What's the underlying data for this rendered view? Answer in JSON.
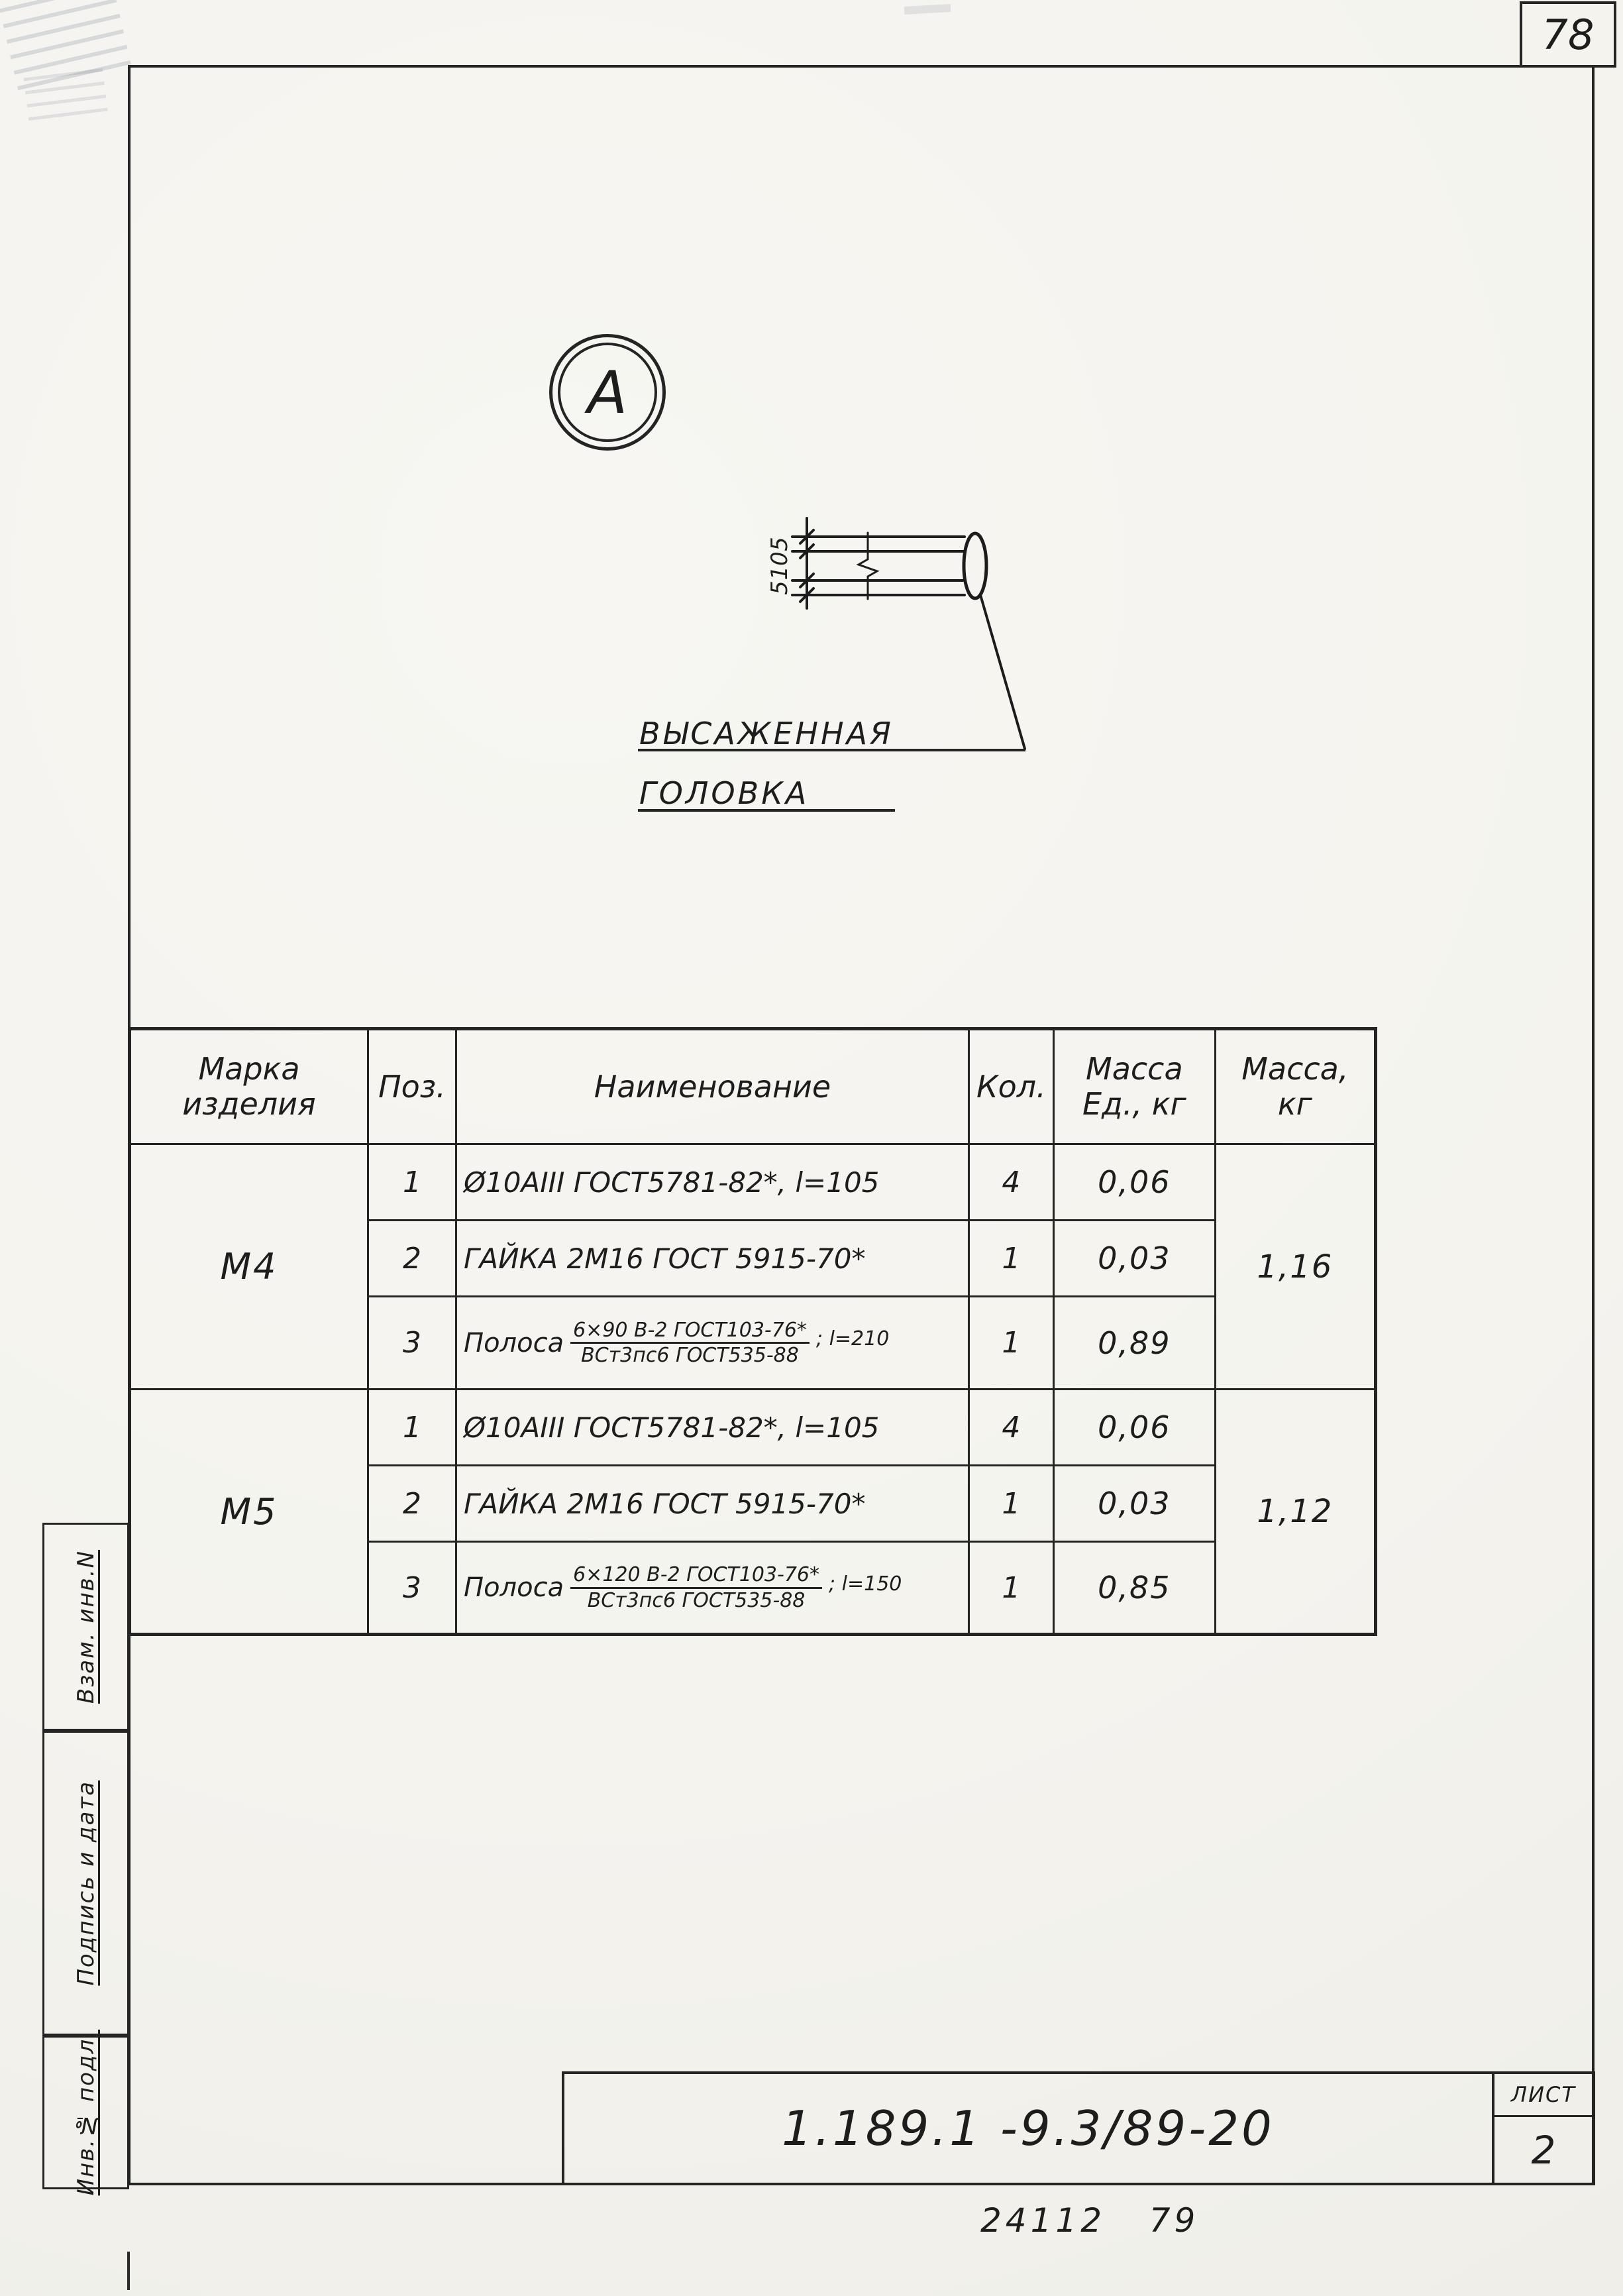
{
  "page": {
    "number": "78",
    "sheet_label": "ЛИСТ",
    "sheet_number": "2",
    "doc_code": "1.189.1 -9.3/89-20",
    "stamp_code": "24112   79"
  },
  "detail": {
    "marker": "А",
    "dim_labels": [
      "5",
      "10",
      "5"
    ],
    "label_line1": "ВЫСАЖЕННАЯ",
    "label_line2": "ГОЛОВКА"
  },
  "sidebar": {
    "items": [
      {
        "label": "Взам. инв.N"
      },
      {
        "label": "Подпись и дата"
      },
      {
        "label": "Инв.№ подл."
      }
    ]
  },
  "table": {
    "headers": {
      "mark": "Марка\nизделия",
      "pos": "Поз.",
      "name": "Наименование",
      "qty": "Кол.",
      "unit_mass": "Масса\nЕд., кг",
      "total_mass": "Масса,\nкг"
    },
    "groups": [
      {
        "mark": "М4",
        "total_mass": "1,16",
        "rows": [
          {
            "pos": "1",
            "name": "Ø10АIII ГОСТ5781-82*, l=105",
            "qty": "4",
            "unit_mass": "0,06"
          },
          {
            "pos": "2",
            "name": "ГАЙКА 2М16 ГОСТ 5915-70*",
            "qty": "1",
            "unit_mass": "0,03"
          },
          {
            "pos": "3",
            "name_prefix": "Полоса",
            "frac_num": "6×90 В-2 ГОСТ103-76*",
            "frac_den": "ВСт3пс6 ГОСТ535-88",
            "name_suffix": "; l=210",
            "qty": "1",
            "unit_mass": "0,89"
          }
        ]
      },
      {
        "mark": "М5",
        "total_mass": "1,12",
        "rows": [
          {
            "pos": "1",
            "name": "Ø10АIII ГОСТ5781-82*, l=105",
            "qty": "4",
            "unit_mass": "0,06"
          },
          {
            "pos": "2",
            "name": "ГАЙКА 2М16 ГОСТ 5915-70*",
            "qty": "1",
            "unit_mass": "0,03"
          },
          {
            "pos": "3",
            "name_prefix": "Полоса",
            "frac_num": "6×120 В-2 ГОСТ103-76*",
            "frac_den": "ВСт3пс6 ГОСТ535-88",
            "name_suffix": "; l=150",
            "qty": "1",
            "unit_mass": "0,85"
          }
        ]
      }
    ]
  }
}
